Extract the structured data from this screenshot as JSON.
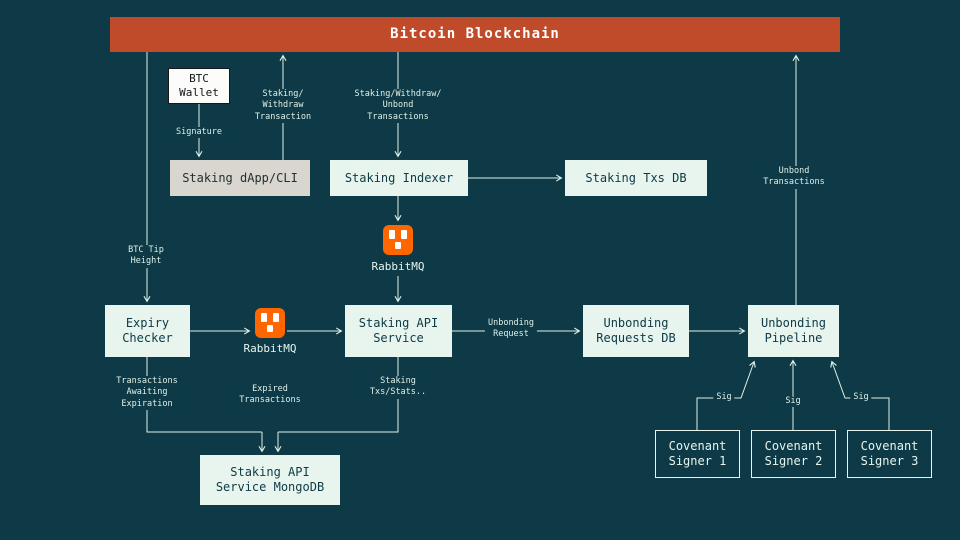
{
  "colors": {
    "background": "#0d3a46",
    "banner": "#bf4b2a",
    "box_mint": "#e7f5ee",
    "box_gray": "#d9d6cf",
    "box_white": "#fcfdfb",
    "rabbitmq_orange": "#ff6600",
    "wire": "#dff0e8"
  },
  "banner": {
    "title": "Bitcoin Blockchain"
  },
  "nodes": {
    "btc_wallet": "BTC\nWallet",
    "staking_dapp": "Staking dApp/CLI",
    "staking_indexer": "Staking Indexer",
    "staking_txs_db": "Staking Txs DB",
    "rabbitmq_top": "RabbitMQ",
    "expiry_checker": "Expiry\nChecker",
    "rabbitmq_mid": "RabbitMQ",
    "staking_api_service": "Staking API\nService",
    "unbonding_requests_db": "Unbonding\nRequests DB",
    "unbonding_pipeline": "Unbonding\nPipeline",
    "staking_api_mongodb": "Staking API\nService MongoDB",
    "covenant_signer_1": "Covenant\nSigner 1",
    "covenant_signer_2": "Covenant\nSigner 2",
    "covenant_signer_3": "Covenant\nSigner 3"
  },
  "edge_labels": {
    "signature": "Signature",
    "staking_withdraw_tx": "Staking/\nWithdraw\nTransaction",
    "staking_withdraw_unbond_txs": "Staking/Withdraw/\nUnbond\nTransactions",
    "unbond_transactions": "Unbond\nTransactions",
    "btc_tip_height": "BTC Tip\nHeight",
    "unbonding_request": "Unbonding\nRequest",
    "transactions_awaiting_expiration": "Transactions\nAwaiting\nExpiration",
    "expired_transactions": "Expired\nTransactions",
    "staking_txs_stats": "Staking\nTxs/Stats..",
    "sig": "Sig"
  }
}
